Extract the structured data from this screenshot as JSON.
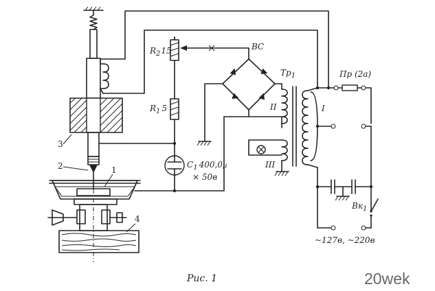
{
  "labels": {
    "bc": "ВС",
    "tr": "Тр",
    "tr_sub": "1",
    "pr": "Пр (2а)",
    "r2": "R",
    "r2_sub": "2",
    "r2_val": "15",
    "r1": "R",
    "r1_sub": "1",
    "r1_val": "5",
    "c1": "C",
    "c1_sub": "1",
    "c1_val": "400,0",
    "c1_unit": "µ",
    "c1_volt": "× 50в",
    "wind2": "II",
    "wind1": "I",
    "wind3": "III",
    "vk": "Вк",
    "vk_sub": "1",
    "mains": "~127в, ~220в",
    "part1": "1",
    "part2": "2",
    "part3": "3",
    "part4": "4"
  },
  "caption": "Рис. 1",
  "watermark": "20wek"
}
